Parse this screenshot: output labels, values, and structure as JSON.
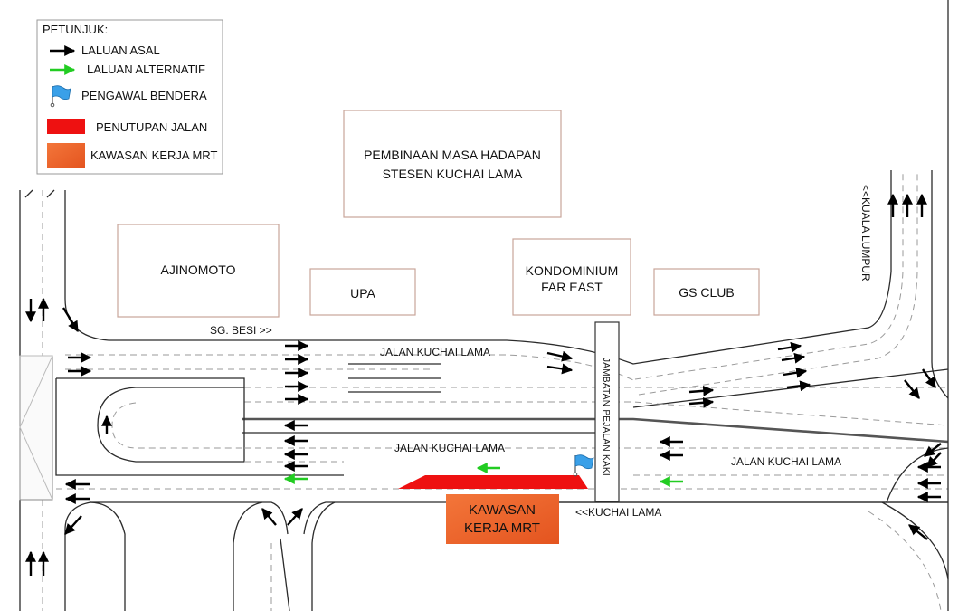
{
  "legend": {
    "title": "PETUNJUK:",
    "items": [
      {
        "label": "LALUAN ASAL",
        "icon": "black-arrow-icon",
        "color": "#000000"
      },
      {
        "label": "LALUAN ALTERNATIF",
        "icon": "green-arrow-icon",
        "color": "#22cc22"
      },
      {
        "label": "PENGAWAL BENDERA",
        "icon": "blue-flag-icon",
        "color": "#3aa0e8"
      },
      {
        "label": "PENUTUPAN JALAN",
        "icon": "red-block-icon",
        "color": "#ee1111"
      },
      {
        "label": "KAWASAN KERJA MRT",
        "icon": "orange-gradient-block-icon",
        "color": "#f06a32"
      }
    ]
  },
  "buildings": {
    "masa_hadapan_line1": "PEMBINAAN MASA HADAPAN",
    "masa_hadapan_line2": "STESEN KUCHAI LAMA",
    "ajinomoto": "AJINOMOTO",
    "upa": "UPA",
    "kondominium_line1": "KONDOMINIUM",
    "kondominium_line2": "FAR EAST",
    "gs_club": "GS CLUB"
  },
  "roads": {
    "sg_besi": "SG. BESI >>",
    "jalan_kuchai_lama_top": "JALAN KUCHAI LAMA",
    "jalan_kuchai_lama_mid": "JALAN KUCHAI LAMA",
    "jalan_kuchai_lama_right": "JALAN KUCHAI LAMA",
    "kuchai_lama_dir": "<<KUCHAI LAMA",
    "kuala_lumpur_dir": "<<KUALA LUMPUR",
    "jambatan": "JAMBATAN PEJALAN KAKI"
  },
  "work_zone": {
    "line1": "KAWASAN",
    "line2": "KERJA MRT",
    "color": "#f06a32"
  },
  "closure_color": "#ee1111"
}
